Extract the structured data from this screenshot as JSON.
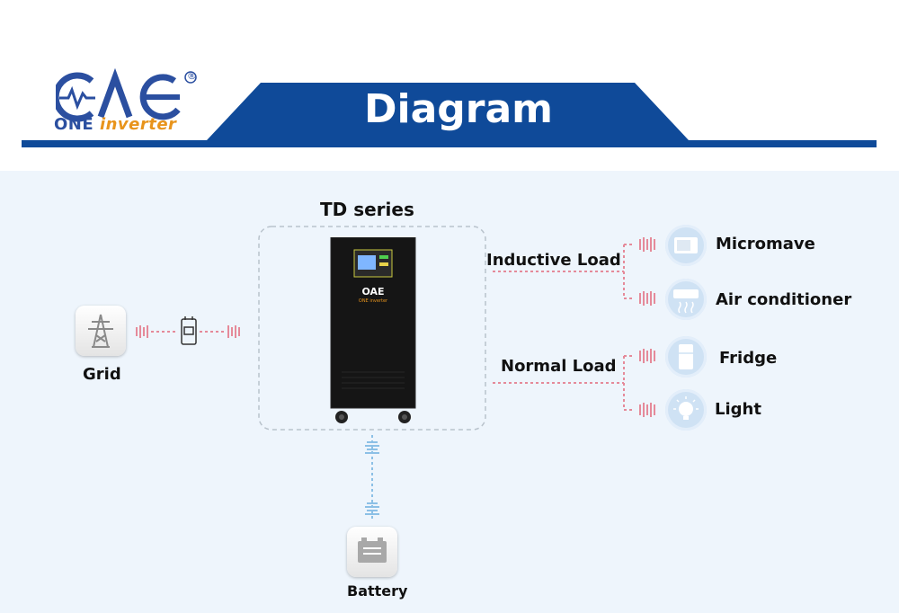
{
  "brand": {
    "name_part1": "ONE ",
    "name_part2": "inverter",
    "mark": "®"
  },
  "header": {
    "title": "Diagram"
  },
  "diagram": {
    "product_label": "TD series",
    "grid_label": "Grid",
    "battery_label": "Battery",
    "inductive_label": "Inductive Load",
    "normal_label": "Normal Load",
    "loads": [
      "Micromave",
      "Air conditioner",
      "Fridge",
      "Light"
    ]
  },
  "colors": {
    "brand_blue": "#0f4a99",
    "wave_red": "#e58a9a",
    "wave_blue": "#8cc0e6",
    "panel_bg": "#eef5fc"
  }
}
